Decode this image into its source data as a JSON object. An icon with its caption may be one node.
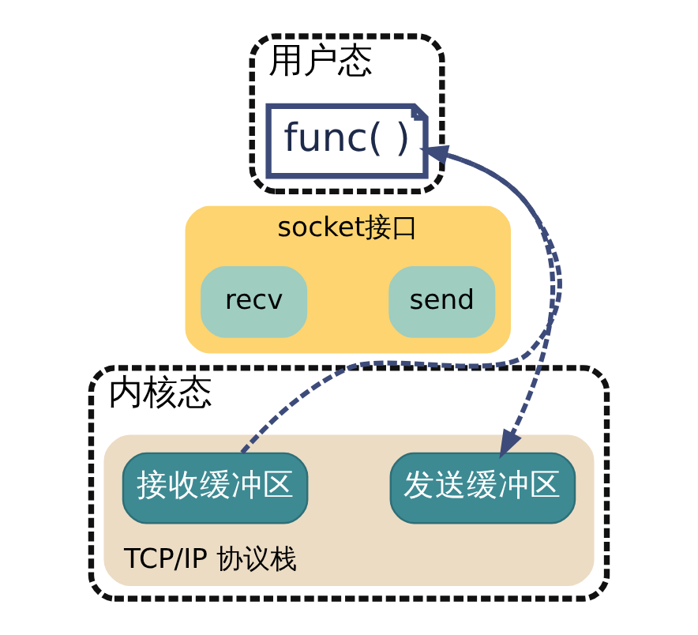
{
  "diagram": {
    "nodes": [
      {
        "text": [
          "用户态"
        ]
      },
      {
        "text": [
          "func( )"
        ],
        "in": 0
      },
      {
        "text": [
          "socket接口"
        ]
      },
      {
        "text": [
          "send"
        ],
        "in": 2
      },
      {
        "text": [
          "recv"
        ],
        "in": 2
      },
      {
        "text": [
          "内核态"
        ]
      },
      {
        "text": [
          "TCP/IP 协议栈"
        ],
        "in": 5
      },
      {
        "text": [
          "发送缓冲区"
        ],
        "in": 6
      },
      {
        "text": [
          "接收缓冲区"
        ],
        "in": 6
      }
    ],
    "edges": [
      {
        "from": 1,
        "to": 7,
        "arrow": "to",
        "style": "dashed"
      },
      {
        "from": 8,
        "to": 1,
        "arrow": "to",
        "style": "dashed"
      }
    ]
  }
}
